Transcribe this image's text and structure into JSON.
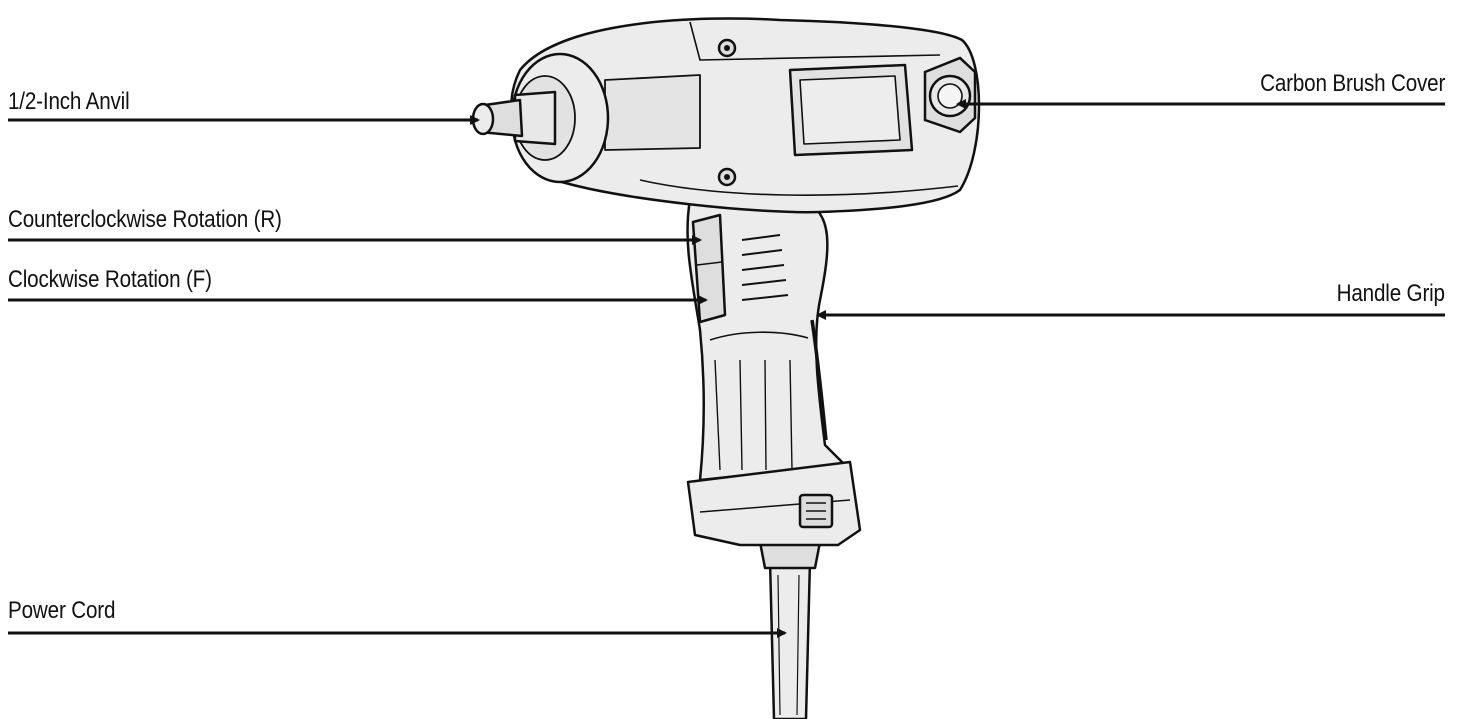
{
  "diagram": {
    "callouts": {
      "anvil": "1/2-Inch Anvil",
      "carbon_brush_cover": "Carbon Brush Cover",
      "counterclockwise": "Counterclockwise Rotation (R)",
      "clockwise": "Clockwise Rotation (F)",
      "handle_grip": "Handle Grip",
      "power_cord": "Power Cord"
    }
  },
  "colors": {
    "ink": "#111111",
    "tool_fill": "#ececec",
    "tool_shadow": "#d4d4d4",
    "background": "#ffffff"
  }
}
